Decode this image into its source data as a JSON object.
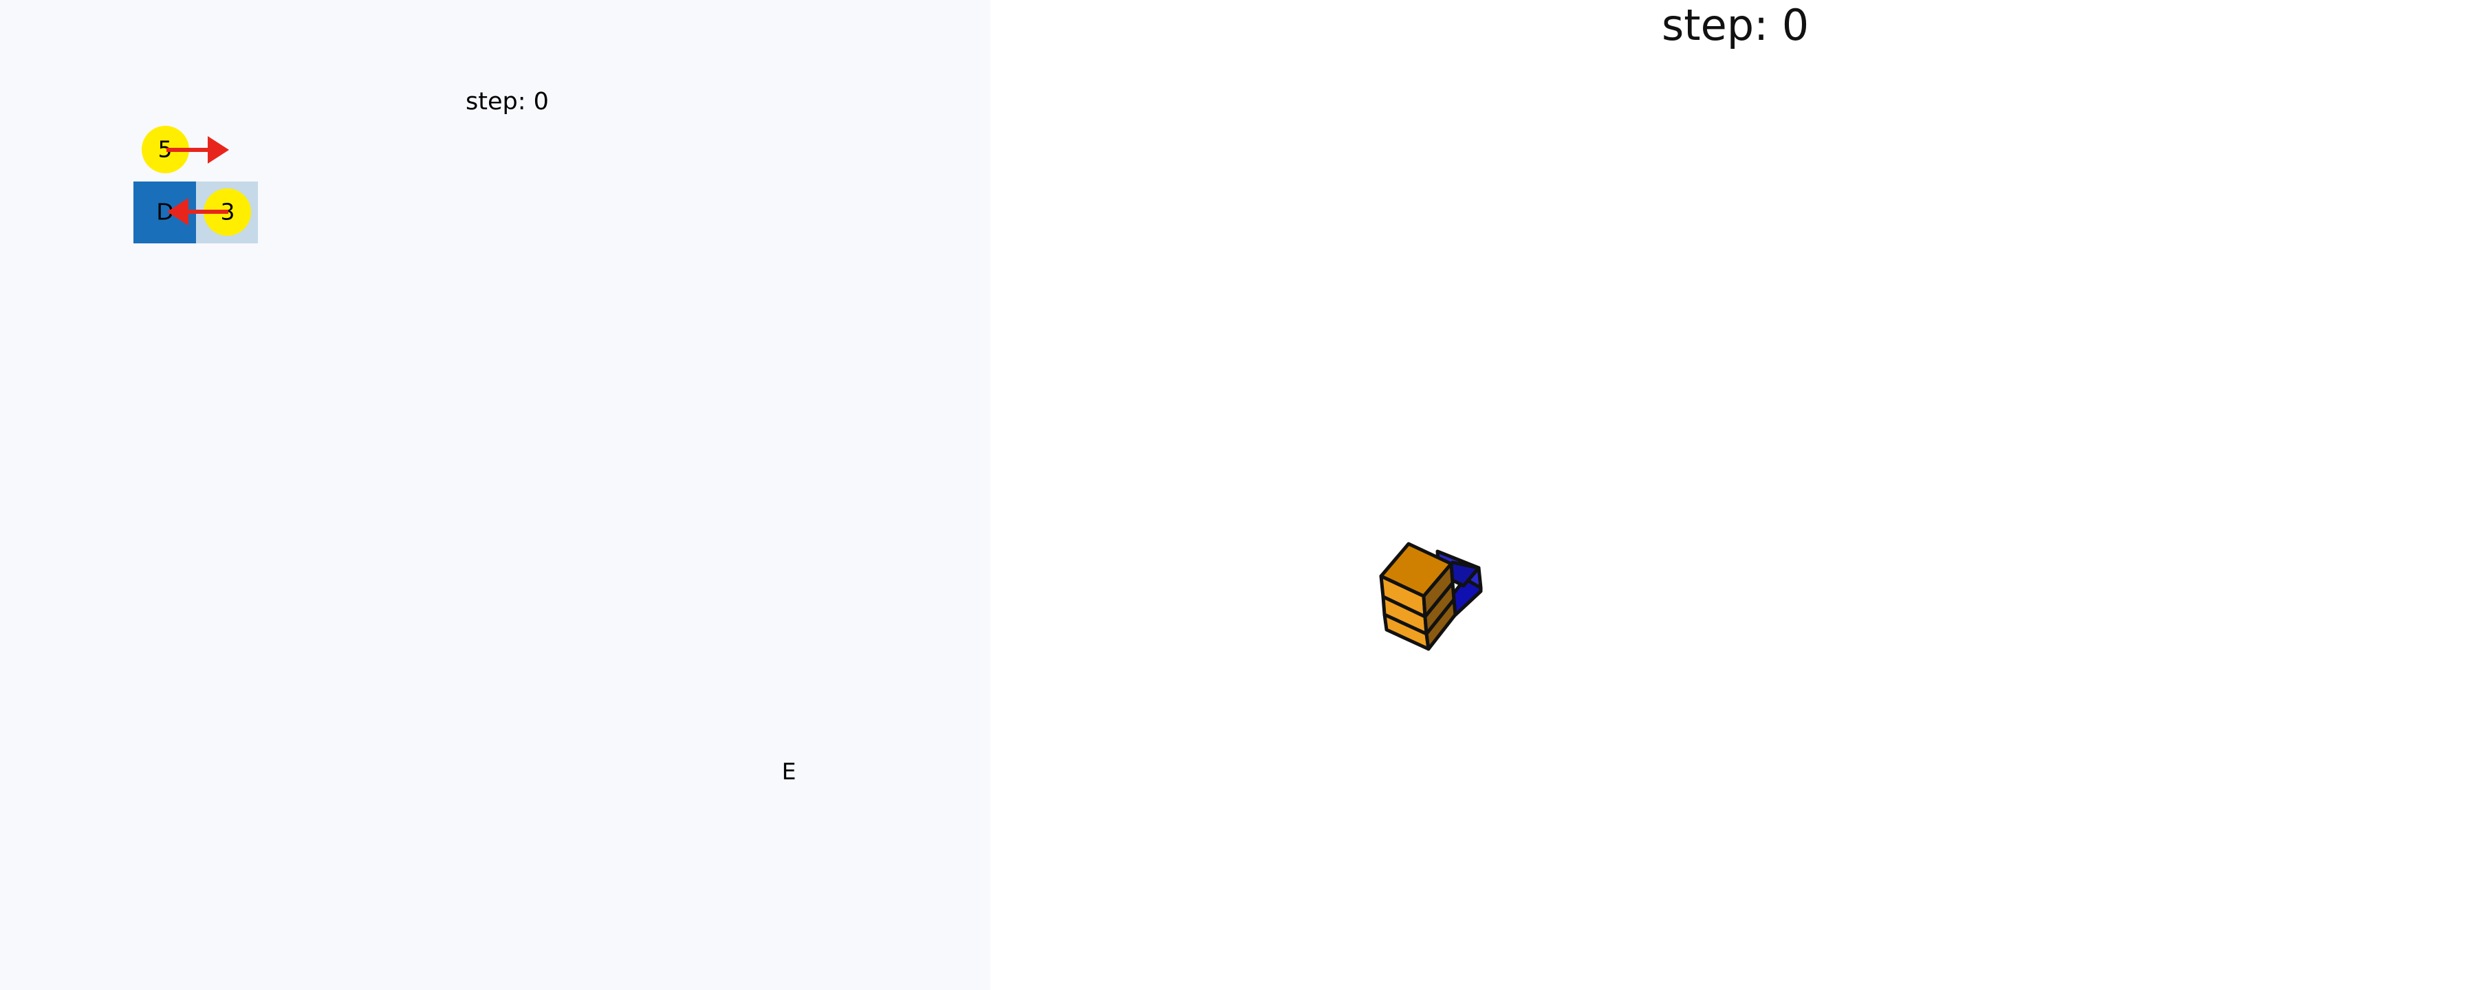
{
  "left_view": {
    "step_label": "step: 0",
    "cells": [
      {
        "label": "D",
        "color": "#1a6fba"
      },
      {
        "label": "",
        "color": "#c6d9e8"
      }
    ],
    "agents": [
      {
        "id": "5",
        "color": "#ffee00",
        "direction": "right"
      },
      {
        "id": "3",
        "color": "#ffee00",
        "direction": "left"
      }
    ],
    "exit_label": "E",
    "arrow_color": "#e8251c"
  },
  "right_view": {
    "step_label": "step: 0",
    "stack_colors": {
      "orange_top": "#d08000",
      "orange_side": "#f0a020",
      "orange_dark": "#8a5a10",
      "blue": "#1010b0"
    }
  }
}
